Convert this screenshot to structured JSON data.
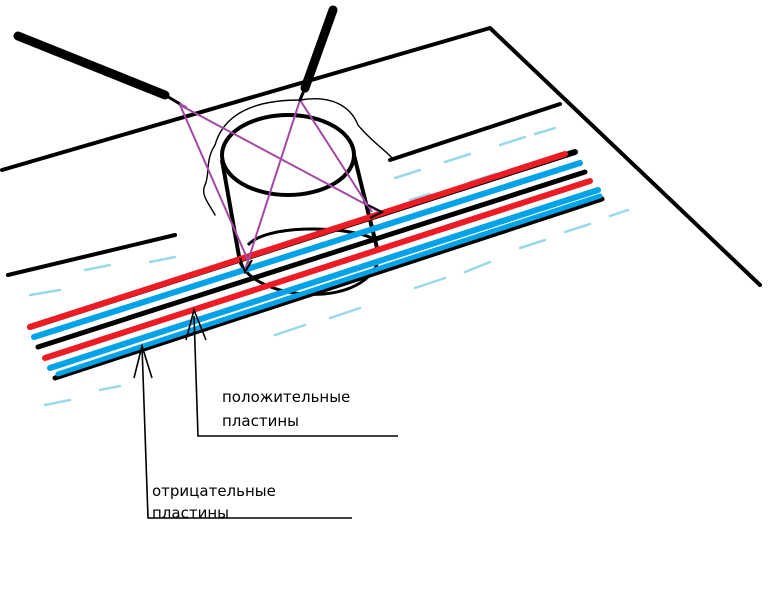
{
  "labels": {
    "positive": [
      "положительные",
      "пластины"
    ],
    "negative": [
      "отрицательные",
      "пластины"
    ]
  },
  "colors": {
    "outline": "#000000",
    "positive_plate": "#ed1c24",
    "negative_plate": "#00a2e8",
    "separator": "#000000",
    "electrolyte_dash": "#99d9ea",
    "probe_beam": "#a349a4",
    "hole_edge": "#000000"
  },
  "icons": {
    "probe_left": "probe-needle-icon",
    "probe_right": "probe-needle-icon"
  }
}
